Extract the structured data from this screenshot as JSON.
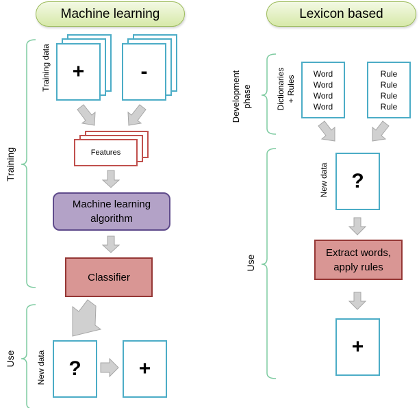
{
  "left_panel": {
    "title": "Machine learning",
    "training_label": "Training",
    "use_label": "Use",
    "training_data_label": "Training data",
    "positive_symbol": "+",
    "negative_symbol": "-",
    "features_label": "Features",
    "algorithm_label": "Machine learning algorithm",
    "classifier_label": "Classifier",
    "new_data_label": "New data",
    "unknown_symbol": "?",
    "result_symbol": "+"
  },
  "right_panel": {
    "title": "Lexicon based",
    "development_label_line1": "Development",
    "development_label_line2": "phase",
    "dictionaries_label_line1": "Dictionaries",
    "dictionaries_label_line2": "+ Rules",
    "words": [
      "Word",
      "Word",
      "Word",
      "Word"
    ],
    "rules": [
      "Rule",
      "Rule",
      "Rule",
      "Rule"
    ],
    "use_label": "Use",
    "new_data_label": "New data",
    "unknown_symbol": "?",
    "extract_label": "Extract words, apply rules",
    "result_symbol": "+"
  },
  "colors": {
    "doc_border": "#4bacc6",
    "feature_border": "#c0504d",
    "algorithm_fill": "#b3a2c7",
    "algorithm_border": "#5f4b8b",
    "classifier_fill": "#d99694",
    "classifier_border": "#953735",
    "bracket": "#7ecba1",
    "arrow_fill": "#d0d0d0",
    "arrow_stroke": "#a6a6a6",
    "pill_border": "#9bbb59"
  }
}
